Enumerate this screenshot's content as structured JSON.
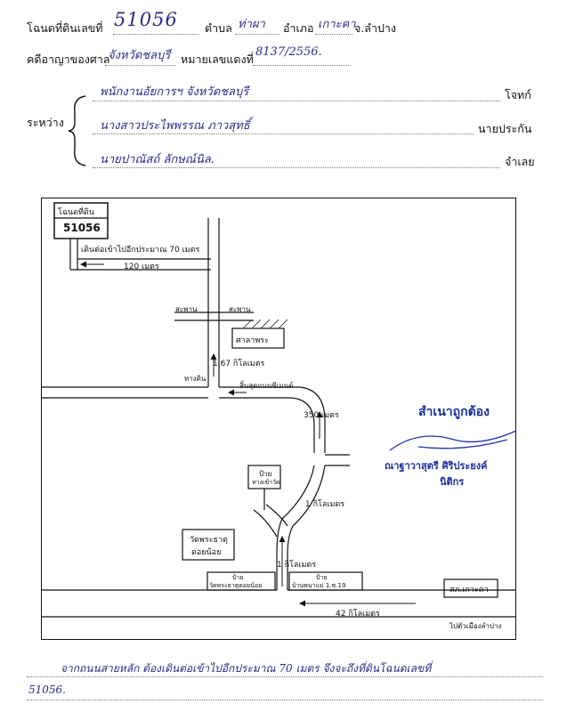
{
  "header": {
    "deed_label": "โฉนดที่ดินเลขที่",
    "deed_number": "51056",
    "tambon_label": "ตำบล",
    "tambon_value": "ท่าผา",
    "amphoe_label": "อำเภอ",
    "amphoe_value": "เกาะคา",
    "province_text": "จ.ลำปาง",
    "case_label": "คดีอาญาของศาล",
    "court_value": "จังหวัดชลบุรี",
    "red_case_label": "หมายเลขแดงที่",
    "red_case_value": "8137/2556."
  },
  "parties": {
    "between_label": "ระหว่าง",
    "plaintiff_name": "พนักงานอัยการฯ จังหวัดชลบุรี",
    "plaintiff_role": "โจทก์",
    "guarantor_name": "นางสาวประไพพรรณ   ภาวสุทธิ์",
    "guarantor_role": "นายประกัน",
    "defendant_name": "นายปาณัสถ์   ลักษณ์นิล.",
    "defendant_role": "จำเลย"
  },
  "map": {
    "deed_box_label": "โฉนดที่ดิน",
    "deed_box_number": "51056",
    "walk_text": "เดินต่อเข้าไปอีกประมาณ 70 เมตร",
    "dist_120": "120 เมตร",
    "bridge_left": "สะพาน",
    "bridge_right": "สะพาน",
    "pavilion": "ศาลาพระ",
    "dist_167": "1.67 กิโลเมตร",
    "dirt_road": "ทางดิน",
    "concrete_end": "สิ้นสุดถนนซีเมนต์",
    "dist_350": "350 เมตร",
    "sign_temple_label": "ป้าย",
    "sign_temple_text": "ทางเข้าวัด",
    "dist_1km_a": "1 กิโลเมตร",
    "temple_name_1": "วัดพระธาตุ",
    "temple_name_2": "ดอยน้อย",
    "dist_1km_b": "1 กิโลเมตร",
    "sign_left_label": "ป้าย",
    "sign_left_text": "วัดพระธาตุดอยน้อย",
    "sign_right_label": "ป้าย",
    "sign_right_text": "บ้านพนาแม่ 1.ซ.19",
    "dist_42km": "42 กิโลเมตร",
    "office_box": "สภ.เกาะคา",
    "to_city": "ไปตัวเมืองลำปาง"
  },
  "stamp": {
    "certified": "สำเนาถูกต้อง",
    "name": "ณาฐาวาสุตรี ศิริประยงค์",
    "title": "นิติกร"
  },
  "footer": {
    "line1": "จากถนนสายหลัก   ต้องเดินต่อเข้าไปอีกประมาณ  70  เมตร   จึงจะถึงที่ดินโฉนดเลขที่",
    "line2": "51056."
  }
}
